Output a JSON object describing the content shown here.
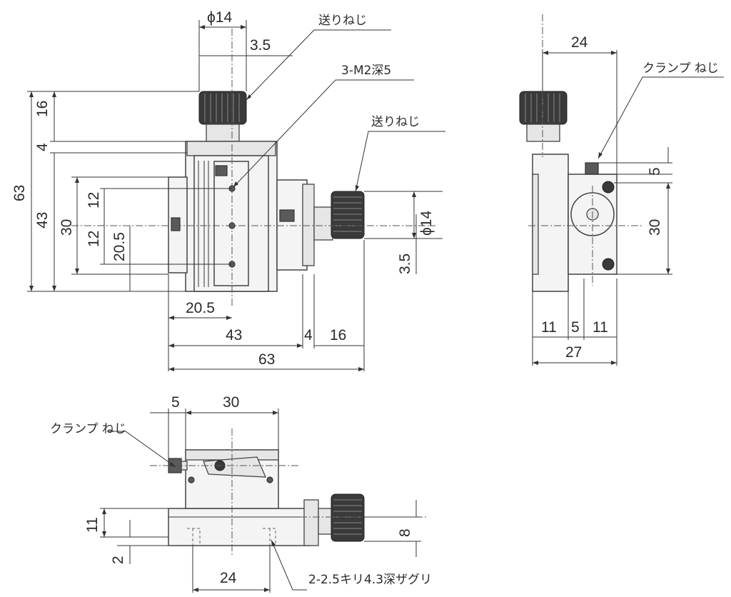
{
  "labels": {
    "feed_screw": "送りねじ",
    "tapped_holes": "3-M2深5",
    "clamp_screw": "クランプ ねじ",
    "mount_holes": "2-2.5キリ4.3深ザグリ"
  },
  "front_view": {
    "phi_knob_top": "ϕ14",
    "knob_offset_top": "3.5",
    "height_knob": "16",
    "height_gap": "4",
    "height_total": "63",
    "height_body": "43",
    "height_stage": "30",
    "hole_pitch_upper": "12",
    "hole_pitch_lower": "12",
    "center_height": "20.5",
    "width_center": "20.5",
    "width_body": "43",
    "width_gap": "4",
    "width_knob": "16",
    "width_total": "63",
    "phi_knob_right": "ϕ14",
    "knob_offset_right": "3.5"
  },
  "side_view": {
    "width_top": "24",
    "clamp_offset": "5",
    "height_stage": "30",
    "w_a": "11",
    "w_b": "5",
    "w_c": "11",
    "width_total": "27"
  },
  "bottom_view": {
    "clamp_offset": "5",
    "width_stage": "30",
    "height_base": "11",
    "depth_counterbore": "2",
    "knob_height": "8",
    "hole_pitch": "24"
  }
}
